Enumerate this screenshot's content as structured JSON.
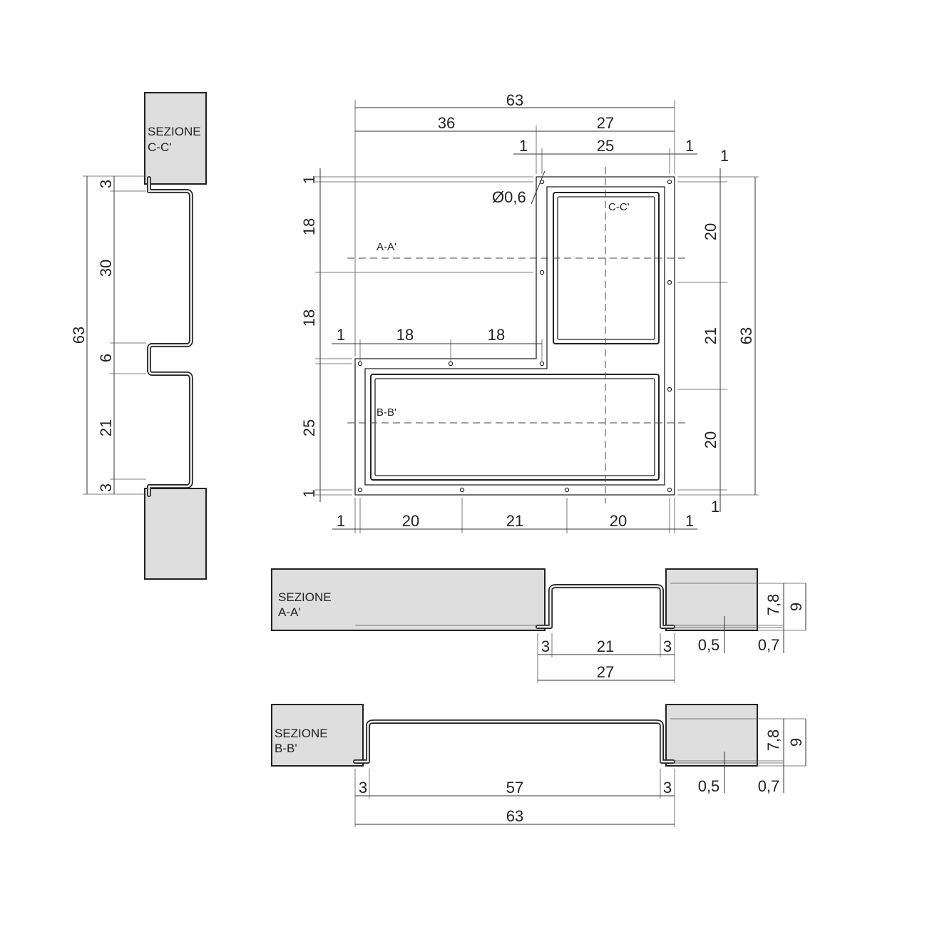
{
  "colors": {
    "wall": "#dedede",
    "line": "#222222",
    "background": "#ffffff"
  },
  "plan": {
    "cut_labels": {
      "a": "A-A'",
      "b": "B-B'",
      "c": "C-C'"
    },
    "hole_note": "Ø0,6",
    "top_dims": {
      "total": "63",
      "left": "36",
      "right": "27",
      "inner": "25",
      "gap_left": "1",
      "gap_right": "1"
    },
    "left_dims": {
      "top_gap": "1",
      "upper": "18",
      "middle": "18",
      "lower": "25",
      "bottom_gap": "1"
    },
    "mid_dims": {
      "gap": "1",
      "seg1": "18",
      "seg2": "18"
    },
    "right_dims": {
      "top_gap": "1",
      "seg1": "20",
      "seg2": "21",
      "seg3": "20",
      "total": "63",
      "bottom_gap": "1"
    },
    "bottom_dims": {
      "gap_left": "1",
      "seg1": "20",
      "seg2": "21",
      "seg3": "20",
      "gap_right": "1"
    }
  },
  "section_c": {
    "title_line1": "SEZIONE",
    "title_line2": "C-C'",
    "dims": {
      "d1": "3",
      "d2": "30",
      "d3": "6",
      "d4": "21",
      "d5": "3",
      "total": "63"
    }
  },
  "section_a": {
    "title_line1": "SEZIONE",
    "title_line2": "A-A'",
    "dims": {
      "left": "3",
      "middle": "21",
      "right": "3",
      "total": "27",
      "thickness": "0,5",
      "lip": "0,7",
      "depth": "7,8",
      "height": "9"
    }
  },
  "section_b": {
    "title_line1": "SEZIONE",
    "title_line2": "B-B'",
    "dims": {
      "left": "3",
      "middle": "57",
      "right": "3",
      "total": "63",
      "thickness": "0,5",
      "lip": "0,7",
      "depth": "7,8",
      "height": "9"
    }
  }
}
